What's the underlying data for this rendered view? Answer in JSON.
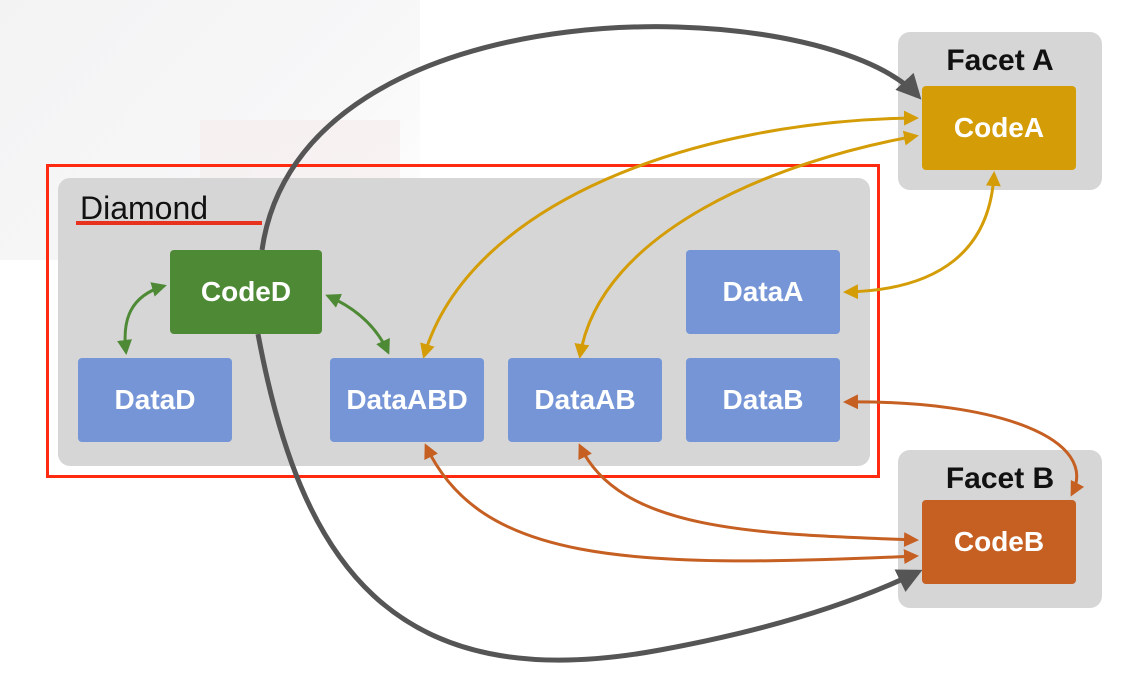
{
  "diagram": {
    "diamond": {
      "title": "Diamond"
    },
    "facet_a": {
      "title": "Facet A"
    },
    "facet_b": {
      "title": "Facet B"
    },
    "nodes": {
      "codeD": "CodeD",
      "dataD": "DataD",
      "dataABD": "DataABD",
      "dataAB": "DataAB",
      "dataA": "DataA",
      "dataB": "DataB",
      "codeA": "CodeA",
      "codeB": "CodeB"
    }
  },
  "colors": {
    "code_d": "#4e8a35",
    "code_a": "#d49d07",
    "code_b": "#c65f22",
    "data": "#7595d6",
    "container": "#d6d6d6",
    "highlight": "#ff2a10",
    "delegation_arrow": "#555555"
  }
}
